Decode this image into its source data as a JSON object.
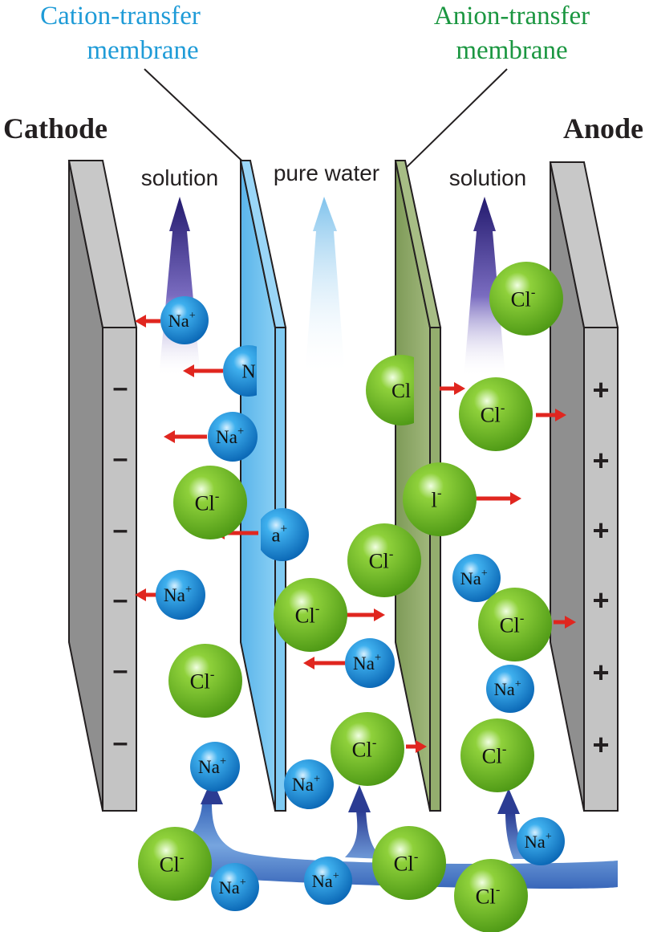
{
  "labels": {
    "cathode": "Cathode",
    "anode": "Anode",
    "cation_membrane_line1": "Cation-transfer",
    "cation_membrane_line2": "membrane",
    "anion_membrane_line1": "Anion-transfer",
    "anion_membrane_line2": "membrane",
    "solution_left": "solution",
    "pure_water": "pure water",
    "solution_right": "solution",
    "cathode_sign": "–",
    "anode_sign": "+"
  },
  "ions": {
    "sodium_symbol": "Na",
    "sodium_charge": "+",
    "chloride_symbol": "Cl",
    "chloride_charge": "-",
    "partial_sodium_1": "N",
    "partial_sodium_2": "a",
    "partial_chloride_1": "Cl",
    "partial_chloride_2": "l"
  },
  "colors": {
    "cation_membrane": "#6ec1ef",
    "anion_membrane": "#8fa866",
    "cation_label": "#1e9bd7",
    "anion_label": "#1a9640",
    "sodium_ion": "#1b8fd6",
    "chloride_ion": "#7cc12c",
    "arrow_red": "#e0261f",
    "electrode": "#b9b9b9"
  }
}
